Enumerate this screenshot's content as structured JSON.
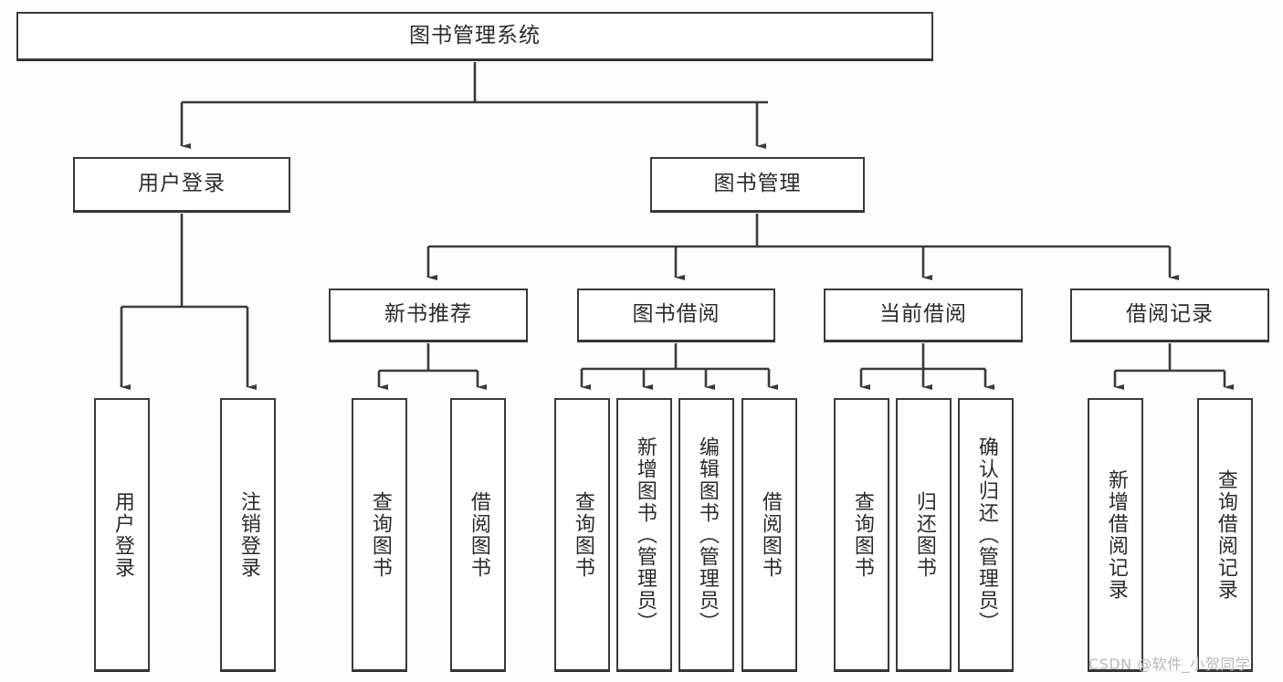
{
  "diagram": {
    "type": "tree-hierarchy",
    "title": "图书管理系统",
    "background_color": "#fdfdfd",
    "line_color": "#3a3a3a",
    "box_fill": "#ffffff",
    "text_color": "#2b2b2b"
  },
  "root": {
    "label": "图书管理系统"
  },
  "level1": [
    {
      "label": "用户登录"
    },
    {
      "label": "图书管理"
    }
  ],
  "level2": [
    {
      "label": "新书推荐"
    },
    {
      "label": "图书借阅"
    },
    {
      "label": "当前借阅"
    },
    {
      "label": "借阅记录"
    }
  ],
  "leaves": {
    "user_login": [
      {
        "label": "用户登录"
      },
      {
        "label": "注销登录"
      }
    ],
    "new_book_recommend": [
      {
        "label": "查询图书"
      },
      {
        "label": "借阅图书"
      }
    ],
    "book_borrow": [
      {
        "label": "查询图书"
      },
      {
        "label": "新增图书（管理员）"
      },
      {
        "label": "编辑图书（管理员）"
      },
      {
        "label": "借阅图书"
      }
    ],
    "current_borrow": [
      {
        "label": "查询图书"
      },
      {
        "label": "归还图书"
      },
      {
        "label": "确认归还（管理员）"
      }
    ],
    "borrow_record": [
      {
        "label": "新增借阅记录"
      },
      {
        "label": "查询借阅记录"
      }
    ]
  },
  "watermark": {
    "text": "CSDN @软件_小贺同学"
  }
}
